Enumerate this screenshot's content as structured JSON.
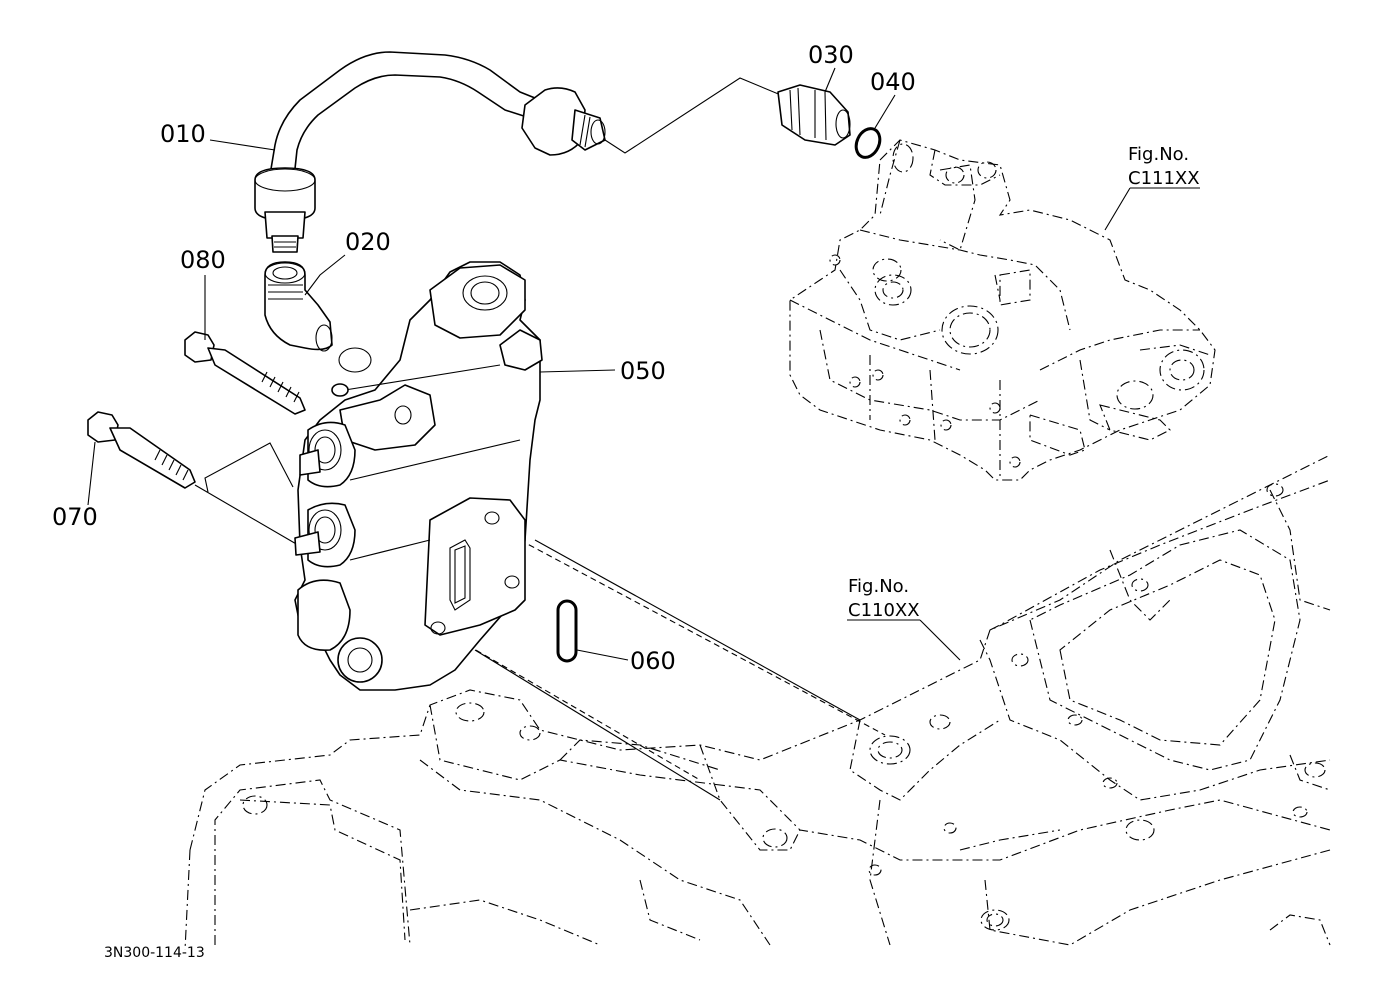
{
  "parts": [
    {
      "id": "010"
    },
    {
      "id": "020"
    },
    {
      "id": "030"
    },
    {
      "id": "040"
    },
    {
      "id": "050"
    },
    {
      "id": "060"
    },
    {
      "id": "070"
    },
    {
      "id": "080"
    }
  ],
  "references": [
    {
      "line1": "Fig.No.",
      "line2": "C111XX"
    },
    {
      "line1": "Fig.No.",
      "line2": "C110XX"
    }
  ],
  "drawing_code": "3N300-114-13"
}
